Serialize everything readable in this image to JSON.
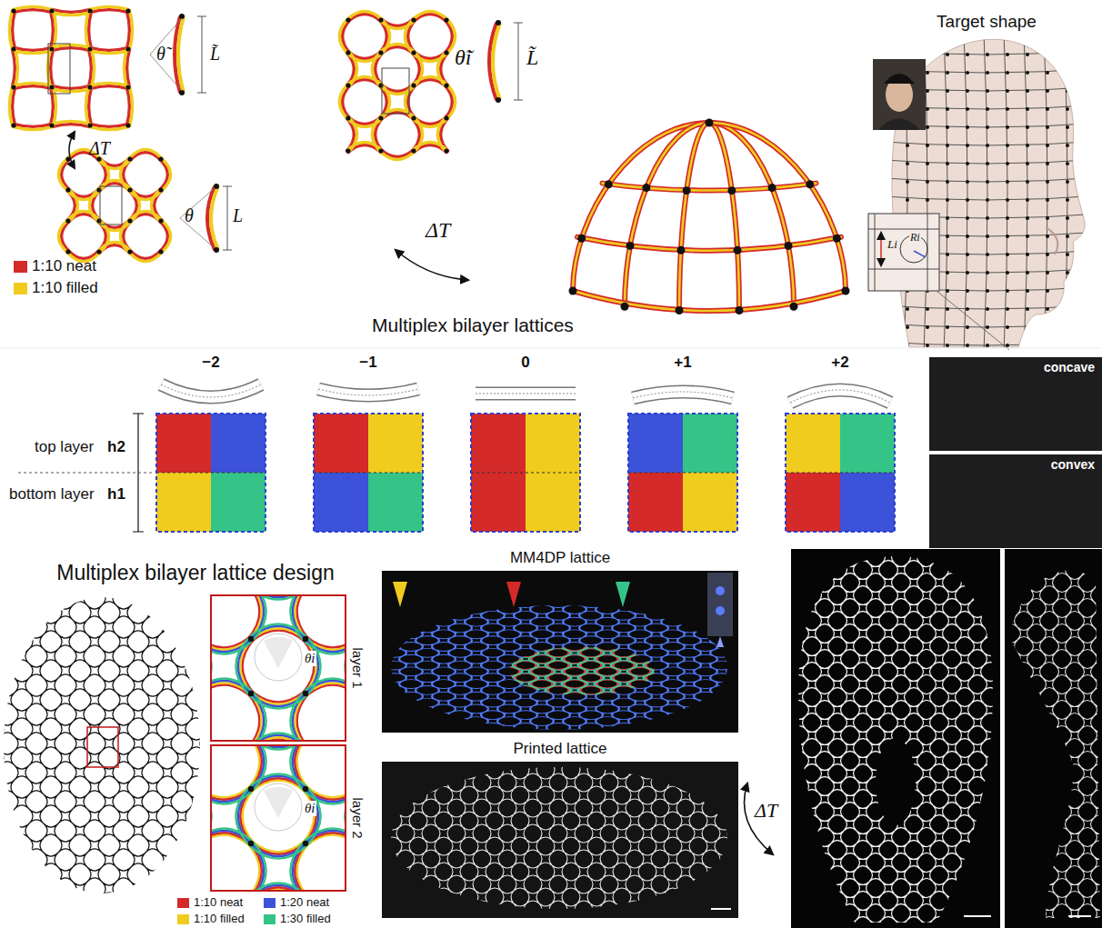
{
  "diagram": {
    "nodes": [
      {
        "text": [
          "concave"
        ]
      },
      {
        "text": [
          "convex"
        ]
      },
      {
        "text": [
          "MM4DP lattice"
        ]
      },
      {
        "text": [
          "Printed lattice"
        ]
      }
    ],
    "labels": [
      "ΔT",
      "θ̃",
      "L̃",
      "θ",
      "L",
      "θ̃i",
      "L̃",
      "ΔT",
      "Target shape",
      "Li",
      "Ri",
      "Multiplex bilayer lattices",
      "−2",
      "−1",
      "0",
      "+1",
      "+2",
      "top layer",
      "h2",
      "bottom layer",
      "h1",
      "Multiplex bilayer lattice design",
      "layer 1",
      "layer 2",
      "θi",
      "θi",
      "ΔT"
    ],
    "legend": [
      {
        "text": "1:10 neat",
        "color": "#d42a2a"
      },
      {
        "text": "1:10 filled",
        "color": "#f0cc1e"
      },
      {
        "text": "1:10 neat",
        "color": "#d42a2a"
      },
      {
        "text": "1:20 neat",
        "color": "#3c52d8"
      },
      {
        "text": "1:10 filled",
        "color": "#f0cc1e"
      },
      {
        "text": "1:30 filled",
        "color": "#34c487"
      }
    ]
  }
}
